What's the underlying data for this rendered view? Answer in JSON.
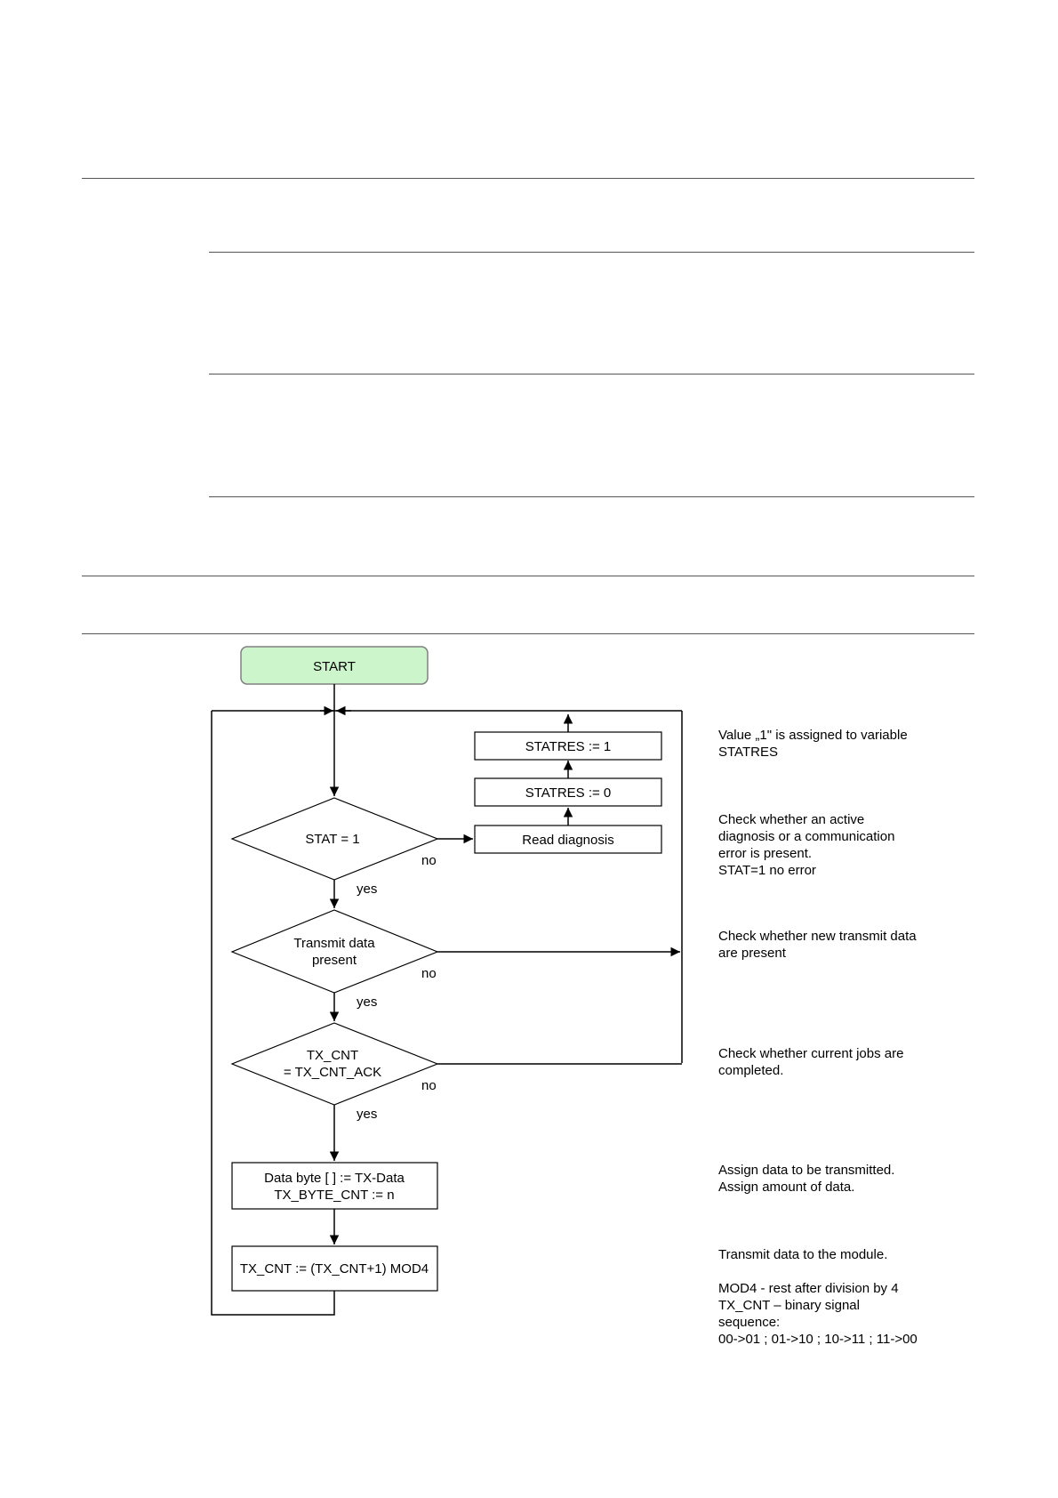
{
  "flowchart": {
    "start": "START",
    "statres_1": "STATRES := 1",
    "statres_0": "STATRES := 0",
    "read_diag": "Read diagnosis",
    "stat_decision": "STAT = 1",
    "transmit_decision": [
      "Transmit data",
      "present"
    ],
    "txcnt_decision": [
      "TX_CNT",
      "= TX_CNT_ACK"
    ],
    "assign_box": [
      "Data byte [ ] := TX-Data",
      "TX_BYTE_CNT := n"
    ],
    "increment_box": "TX_CNT := (TX_CNT+1) MOD4",
    "labels": {
      "no": "no",
      "yes": "yes"
    }
  },
  "notes": {
    "statres": "Value „1\" is assigned to variable\nSTATRES",
    "stat": "Check whether an active\ndiagnosis or a communication\nerror is present.\nSTAT=1 no error",
    "transmit": "Check whether new transmit data\nare present",
    "txcnt": "Check whether current jobs are\ncompleted.",
    "assign": "Assign data to be transmitted.\nAssign amount of data.",
    "increment": "Transmit data to the module.\n\nMOD4 - rest after division by 4\nTX_CNT – binary signal\nsequence:\n00->01 ; 01->10 ; 10->11 ; 11->00"
  },
  "colors": {
    "start_fill": "#ccf5cc",
    "start_stroke": "#808080",
    "line": "#000000"
  }
}
